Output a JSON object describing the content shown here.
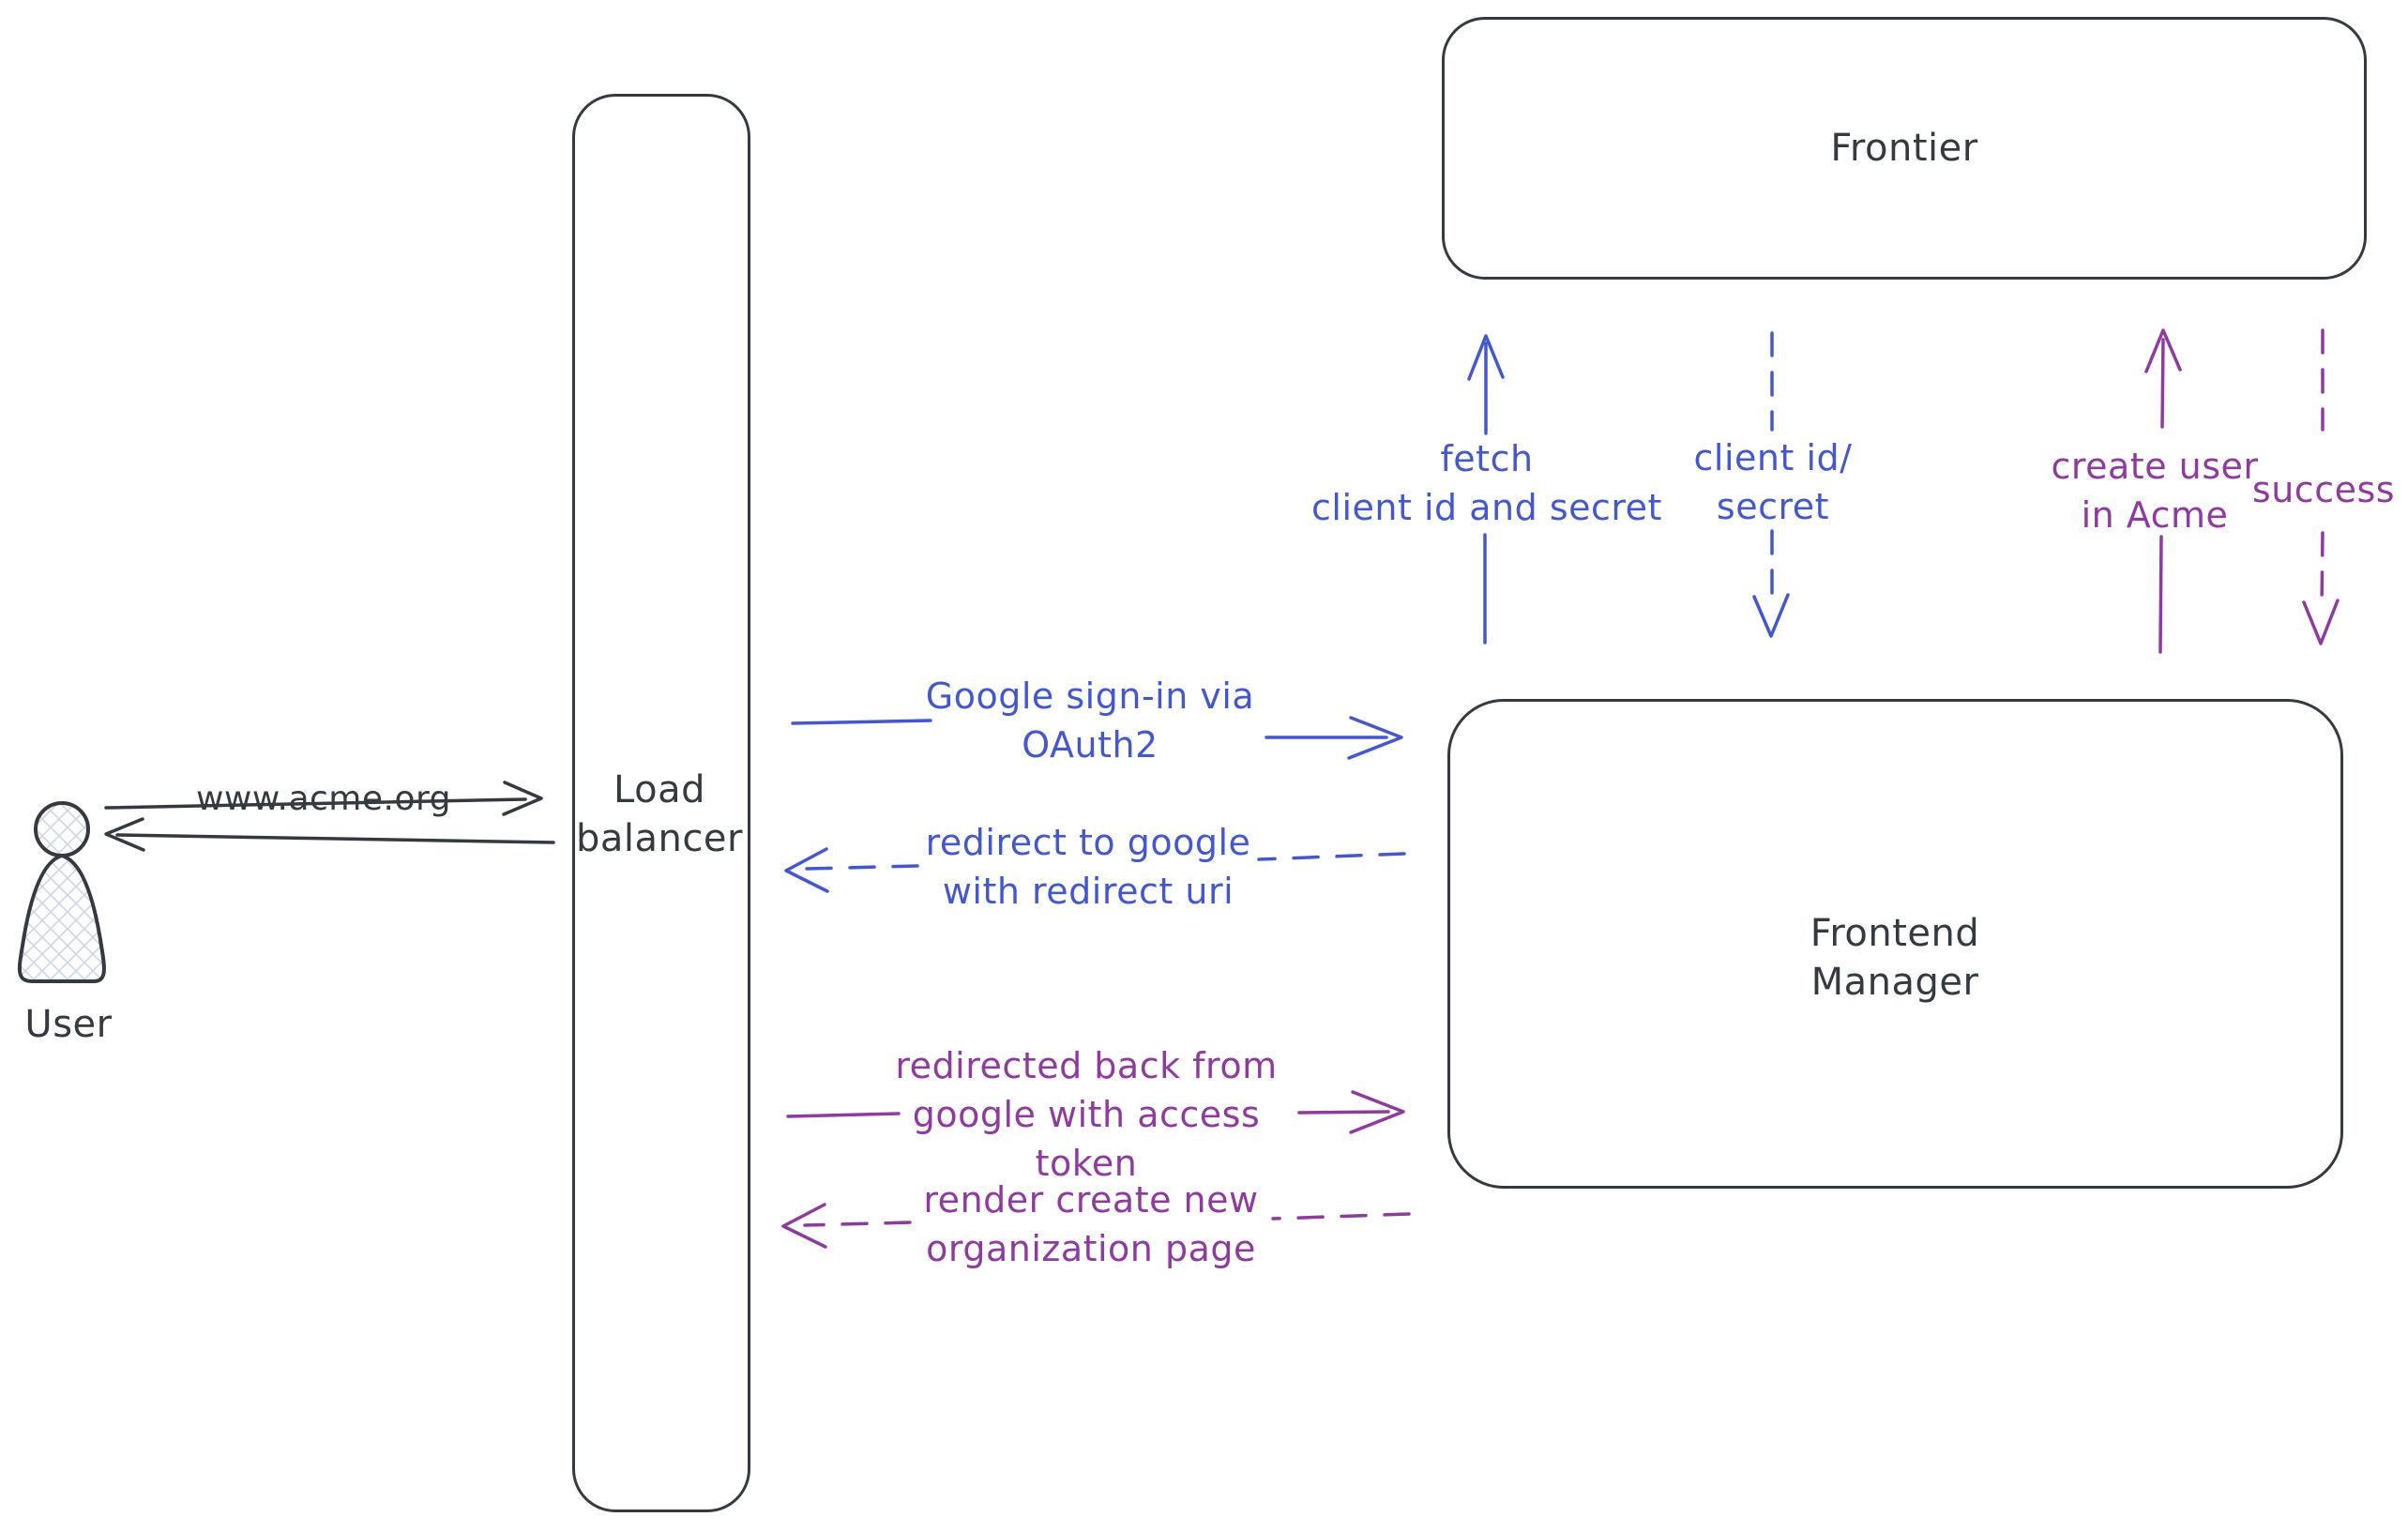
{
  "actors": {
    "user": {
      "label": "User"
    },
    "load_balancer": {
      "line1": "Load",
      "line2": "balancer"
    },
    "frontier": {
      "label": "Frontier"
    },
    "frontend_manager": {
      "line1": "Frontend",
      "line2": "Manager"
    }
  },
  "messages": {
    "acme_url": {
      "label": "www.acme.org",
      "style": "solid",
      "direction": "user-to-load-balancer"
    },
    "return_to_user": {
      "style": "solid",
      "direction": "load-balancer-to-user"
    },
    "google_signin": {
      "line1": "Google sign-in via",
      "line2": "OAuth2",
      "style": "solid",
      "direction": "load-balancer-to-frontend-manager"
    },
    "redirect_google": {
      "line1": "redirect to google",
      "line2": "with redirect uri",
      "style": "dashed",
      "direction": "frontend-manager-to-load-balancer"
    },
    "redirected_back": {
      "line1": "redirected back from",
      "line2": "google with access",
      "line3": "token",
      "style": "solid",
      "direction": "load-balancer-to-frontend-manager"
    },
    "render_org_page": {
      "line1": "render create new",
      "line2": "organization page",
      "style": "dashed",
      "direction": "frontend-manager-to-load-balancer"
    },
    "fetch_credentials": {
      "line1": "fetch",
      "line2": "client id and secret",
      "style": "solid",
      "direction": "frontend-manager-to-frontier"
    },
    "client_id_secret": {
      "line1": "client id/",
      "line2": "secret",
      "style": "dashed",
      "direction": "frontier-to-frontend-manager"
    },
    "create_user": {
      "line1": "create user",
      "line2": "in Acme",
      "style": "solid",
      "direction": "frontend-manager-to-frontier"
    },
    "success": {
      "label": "success",
      "style": "dashed",
      "direction": "frontier-to-frontend-manager"
    }
  },
  "colors": {
    "stroke": "#343a40",
    "blue": "#4458cc",
    "purple": "#8e3b9e",
    "hatch": "#cdd6e1",
    "background": "#ffffff"
  }
}
